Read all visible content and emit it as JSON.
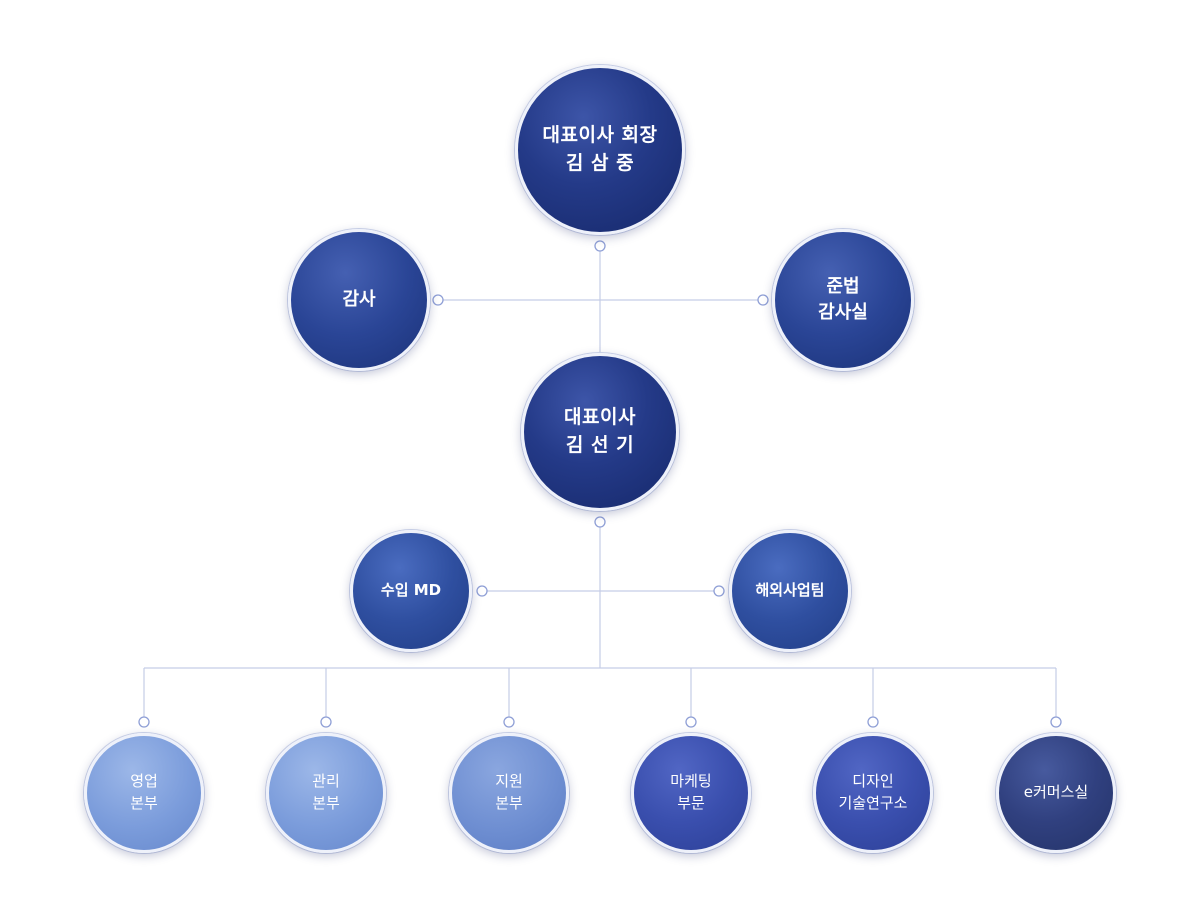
{
  "diagram": {
    "nodes": [
      {
        "id": "ceo-chairman",
        "lines": [
          "대표이사 회장",
          "김 삼 중"
        ]
      },
      {
        "id": "audit",
        "lines": [
          "감사"
        ]
      },
      {
        "id": "compliance",
        "lines": [
          "준법",
          "감사실"
        ]
      },
      {
        "id": "ceo",
        "lines": [
          "대표이사",
          "김 선 기"
        ]
      },
      {
        "id": "import-md",
        "lines": [
          "수입 MD"
        ]
      },
      {
        "id": "overseas",
        "lines": [
          "해외사업팀"
        ]
      },
      {
        "id": "sales",
        "lines": [
          "영업",
          "본부"
        ]
      },
      {
        "id": "management",
        "lines": [
          "관리",
          "본부"
        ]
      },
      {
        "id": "support",
        "lines": [
          "지원",
          "본부"
        ]
      },
      {
        "id": "marketing",
        "lines": [
          "마케팅",
          "부문"
        ]
      },
      {
        "id": "design-lab",
        "lines": [
          "디자인",
          "기술연구소"
        ]
      },
      {
        "id": "ecommerce",
        "lines": [
          "e커머스실"
        ]
      }
    ],
    "colors": {
      "line": "#c5cde6",
      "connector_fill": "#ffffff",
      "connector_stroke": "#8f9fd6"
    }
  }
}
